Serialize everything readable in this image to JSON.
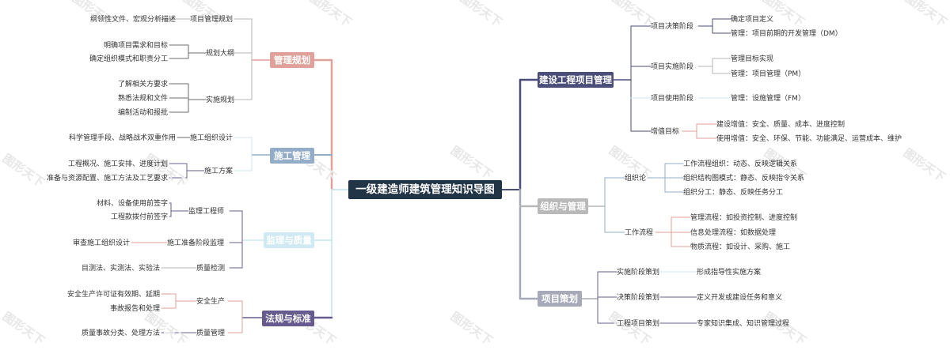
{
  "watermark": "图形天下",
  "root": "一级建造师建筑管理知识导图",
  "colors": {
    "root": "#223547",
    "guanli_guihua": "#e0a19b",
    "shigong_guanli": "#93adc8",
    "jianli_zhiliang": "#cfeaf3",
    "fagui_biaozhun": "#665a8f",
    "jianshe_xiangmu": "#4b4e79",
    "zuzhi_guanli": "#b9b9b9",
    "xiangmu_cehua": "#a6aab8"
  },
  "left": [
    {
      "label": "管理规划",
      "children": [
        {
          "label": "项目管理规划",
          "children": [
            "纲领性文件、宏观分析描述"
          ]
        },
        {
          "label": "规划大纲",
          "children": [
            "明确项目需求和目标",
            "确定组织模式和职责分工"
          ]
        },
        {
          "label": "实施规划",
          "children": [
            "了解相关方要求",
            "熟悉法规和文件",
            "编制活动和报批"
          ]
        }
      ]
    },
    {
      "label": "施工管理",
      "children": [
        {
          "label": "施工组织设计",
          "children": [
            "科学管理手段、战略战术双重作用"
          ]
        },
        {
          "label": "施工方案",
          "children": [
            "工程概况、施工安排、进度计划",
            "准备与资源配置、施工方法及工艺要求"
          ]
        }
      ]
    },
    {
      "label": "监理与质量",
      "children": [
        {
          "label": "监理工程师",
          "children": [
            "材料、设备使用前签字",
            "工程款拨付前签字"
          ]
        },
        {
          "label": "施工准备阶段监理",
          "children": [
            "审查施工组织设计"
          ]
        },
        {
          "label": "质量检测",
          "children": [
            "目测法、实测法、实验法"
          ]
        }
      ]
    },
    {
      "label": "法规与标准",
      "children": [
        {
          "label": "安全生产",
          "children": [
            "安全生产许可证有效期、延期",
            "事故报告和处理"
          ]
        },
        {
          "label": "质量管理",
          "children": [
            "质量事故分类、处理方法"
          ]
        }
      ]
    }
  ],
  "right": [
    {
      "label": "建设工程项目管理",
      "children": [
        {
          "label": "项目决策阶段",
          "children": [
            "确定项目定义",
            "管理：项目前期的开发管理（DM）"
          ]
        },
        {
          "label": "项目实施阶段",
          "children": [
            "管理目标实现",
            "管理：项目管理（PM）"
          ]
        },
        {
          "label": "项目使用阶段",
          "children": [
            "管理：设施管理（FM）"
          ]
        },
        {
          "label": "增值目标",
          "children": [
            "建设增值：安全、质量、成本、进度控制",
            "使用增值：安全、环保、节能、功能满足、运营成本、维护"
          ]
        }
      ]
    },
    {
      "label": "组织与管理",
      "children": [
        {
          "label": "组织论",
          "children": [
            "工作流程组织：动态、反映逻辑关系",
            "组织结构图模式：静态、反映指令关系",
            "组织分工：静态、反映任务分工"
          ]
        },
        {
          "label": "工作流程",
          "children": [
            "管理流程：如投资控制、进度控制",
            "信息处理流程：如数据处理",
            "物质流程：如设计、采购、施工"
          ]
        }
      ]
    },
    {
      "label": "项目策划",
      "children": [
        {
          "label": "实施阶段策划",
          "children": [
            "形成指导性实施方案"
          ]
        },
        {
          "label": "决策阶段策划",
          "children": [
            "定义开发或建设任务和意义"
          ]
        },
        {
          "label": "工程项目策划",
          "children": [
            "专家知识集成、知识管理过程"
          ]
        }
      ]
    }
  ]
}
